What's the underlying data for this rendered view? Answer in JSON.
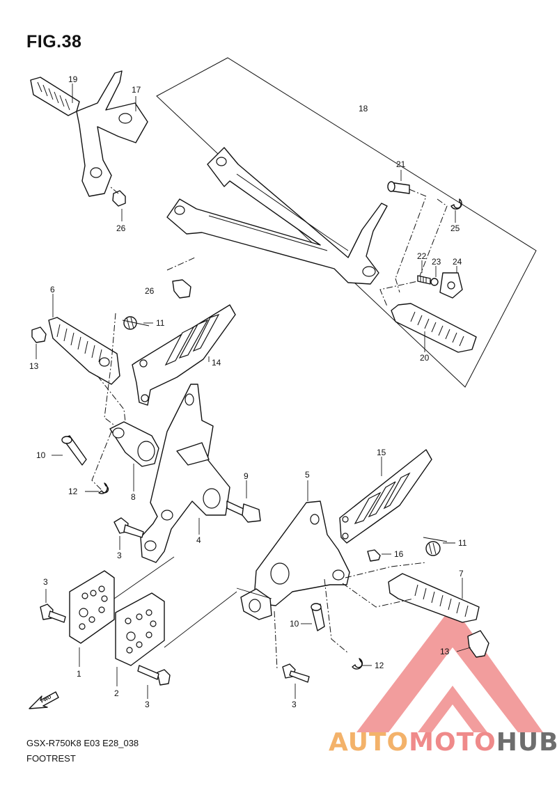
{
  "figure": {
    "title": "FIG.38",
    "model_code": "GSX-R750K8 E03 E28_038",
    "section_name": "FOOTREST"
  },
  "fwd_label": "FWD",
  "callouts": [
    {
      "id": "c1",
      "label": "1"
    },
    {
      "id": "c2",
      "label": "2"
    },
    {
      "id": "c3a",
      "label": "3"
    },
    {
      "id": "c3b",
      "label": "3"
    },
    {
      "id": "c3c",
      "label": "3"
    },
    {
      "id": "c3d",
      "label": "3"
    },
    {
      "id": "c4",
      "label": "4"
    },
    {
      "id": "c5",
      "label": "5"
    },
    {
      "id": "c6",
      "label": "6"
    },
    {
      "id": "c7",
      "label": "7"
    },
    {
      "id": "c8",
      "label": "8"
    },
    {
      "id": "c9",
      "label": "9"
    },
    {
      "id": "c10a",
      "label": "10"
    },
    {
      "id": "c10b",
      "label": "10"
    },
    {
      "id": "c11a",
      "label": "11"
    },
    {
      "id": "c11b",
      "label": "11"
    },
    {
      "id": "c12a",
      "label": "12"
    },
    {
      "id": "c12b",
      "label": "12"
    },
    {
      "id": "c13a",
      "label": "13"
    },
    {
      "id": "c13b",
      "label": "13"
    },
    {
      "id": "c14",
      "label": "14"
    },
    {
      "id": "c15",
      "label": "15"
    },
    {
      "id": "c16",
      "label": "16"
    },
    {
      "id": "c17",
      "label": "17"
    },
    {
      "id": "c18",
      "label": "18"
    },
    {
      "id": "c19",
      "label": "19"
    },
    {
      "id": "c20",
      "label": "20"
    },
    {
      "id": "c21",
      "label": "21"
    },
    {
      "id": "c22",
      "label": "22"
    },
    {
      "id": "c23",
      "label": "23"
    },
    {
      "id": "c24",
      "label": "24"
    },
    {
      "id": "c25",
      "label": "25"
    },
    {
      "id": "c26a",
      "label": "26"
    },
    {
      "id": "c26b",
      "label": "26"
    }
  ],
  "watermark": {
    "part1": "AUTO",
    "part2": "MOTO",
    "part3": "HUB",
    "colors": {
      "auto": "#f3b26a",
      "moto": "#ef8a8a",
      "hub": "#6e6e6e",
      "logo": "#f08c8c"
    }
  }
}
